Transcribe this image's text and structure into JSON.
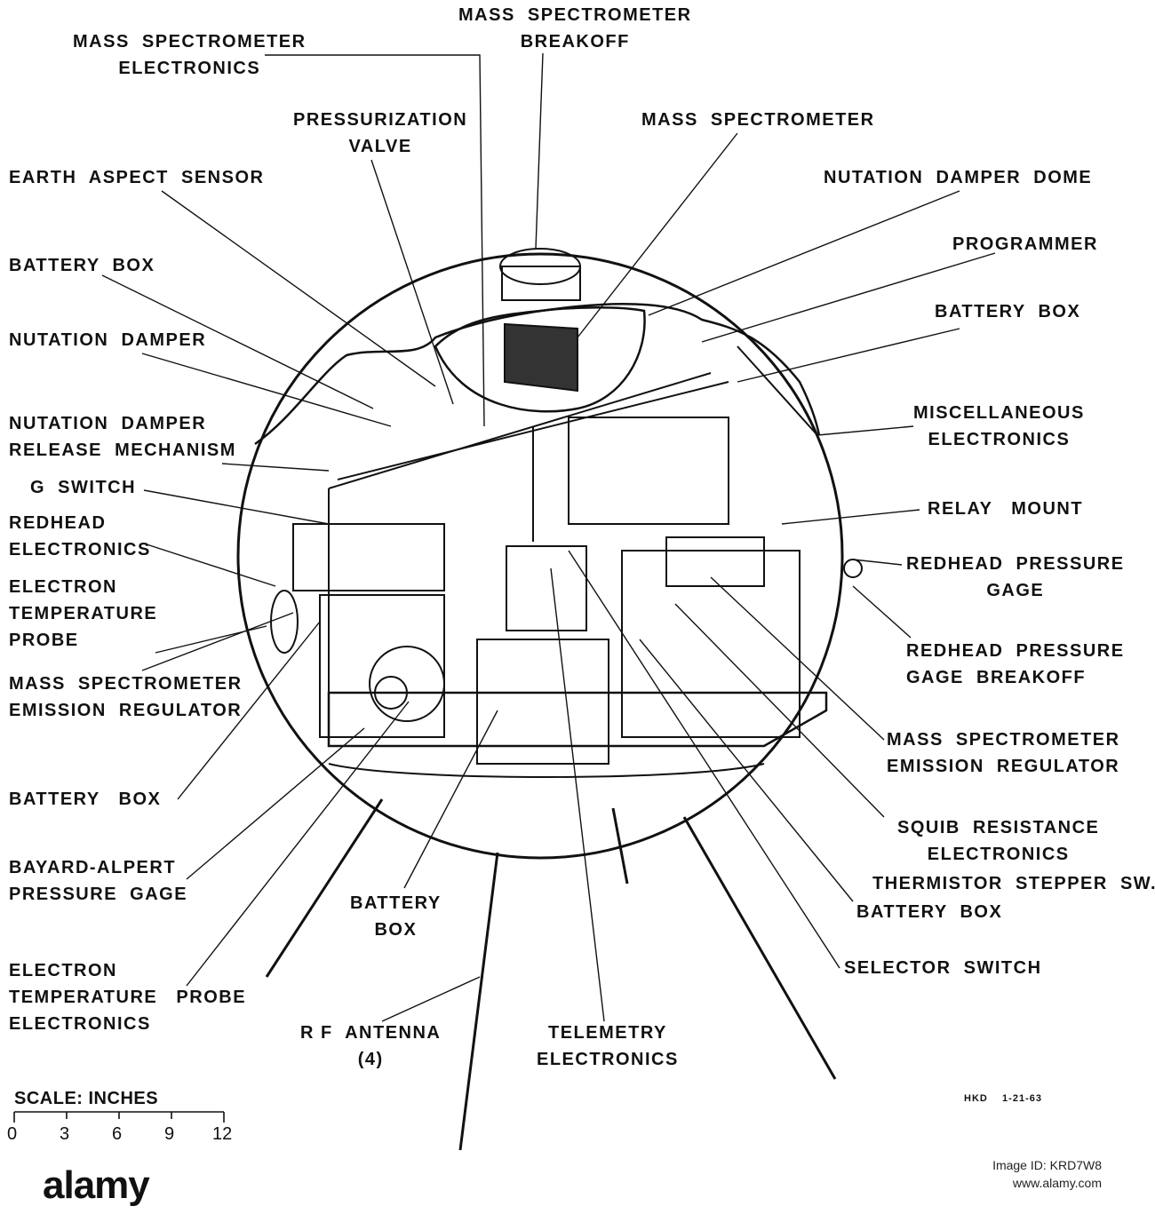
{
  "labels": {
    "ms_breakoff": "MASS  SPECTROMETER\nBREAKOFF",
    "ms_electronics": "MASS  SPECTROMETER\nELECTRONICS",
    "pressurization_valve": "PRESSURIZATION\nVALVE",
    "mass_spectrometer": "MASS  SPECTROMETER",
    "earth_aspect_sensor": "EARTH  ASPECT  SENSOR",
    "nutation_damper_dome": "NUTATION  DAMPER  DOME",
    "programmer": "PROGRAMMER",
    "battery_box_1": "BATTERY  BOX",
    "battery_box_2": "BATTERY  BOX",
    "nutation_damper": "NUTATION  DAMPER",
    "nutation_release": "NUTATION  DAMPER\nRELEASE  MECHANISM",
    "misc_electronics": "MISCELLANEOUS\nELECTRONICS",
    "g_switch": "G  SWITCH",
    "redhead_electronics": "REDHEAD\nELECTRONICS",
    "relay_mount": "RELAY   MOUNT",
    "redhead_gage": "REDHEAD  PRESSURE\nGAGE",
    "electron_probe": "ELECTRON\nTEMPERATURE\nPROBE",
    "redhead_breakoff": "REDHEAD  PRESSURE\nGAGE  BREAKOFF",
    "ms_emission_left": "MASS  SPECTROMETER\nEMISSION  REGULATOR",
    "ms_emission_right": "MASS  SPECTROMETER\nEMISSION  REGULATOR",
    "battery_box_3": "BATTERY   BOX",
    "squib": "SQUIB  RESISTANCE\nELECTRONICS",
    "thermistor": "THERMISTOR  STEPPER  SW.",
    "bayard": "BAYARD-ALPERT\nPRESSURE  GAGE",
    "battery_box_4": "BATTERY  BOX",
    "battery_box_5": "BATTERY\nBOX",
    "selector_switch": "SELECTOR  SWITCH",
    "electron_probe_elec": "ELECTRON\nTEMPERATURE   PROBE\nELECTRONICS",
    "rf_antenna": "R F  ANTENNA\n(4)",
    "telemetry": "TELEMETRY\nELECTRONICS",
    "hkd": "HKD    1-21-63"
  },
  "scale": {
    "title": "SCALE:  INCHES",
    "ticks": [
      "0",
      "3",
      "6",
      "9",
      "12"
    ]
  },
  "watermark": {
    "logo": "alamy",
    "image_id": "Image ID: KRD7W8",
    "url": "www.alamy.com"
  }
}
